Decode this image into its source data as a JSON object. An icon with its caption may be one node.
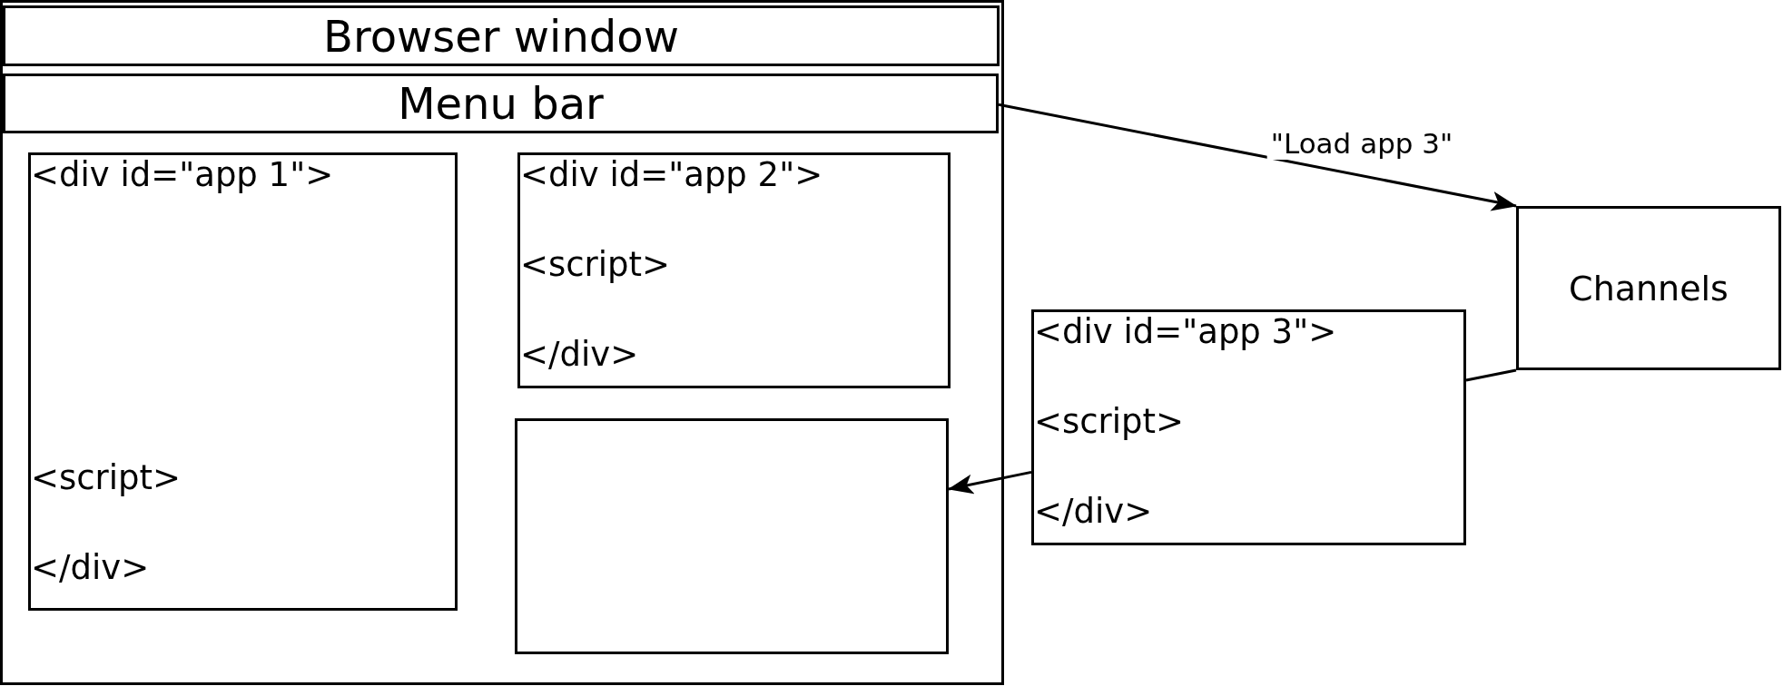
{
  "diagram": {
    "nodes": [
      {
        "text": [
          "Browser window"
        ]
      },
      {
        "text": [
          "Menu bar"
        ],
        "in": 0
      },
      {
        "text": [
          "<div id=\"app 1\">",
          "<script>",
          "</div>"
        ],
        "in": 0
      },
      {
        "text": [
          "<div id=\"app 2\">",
          "<script>",
          "</div>"
        ],
        "in": 0
      },
      {
        "text": [],
        "shape": "box",
        "in": 0
      },
      {
        "text": [
          "<div id=\"app 3\">",
          "<script>",
          "</div>"
        ]
      },
      {
        "text": [
          "Channels"
        ]
      }
    ],
    "edges": [
      {
        "from": 1,
        "to": 6,
        "arrow": "to",
        "label": "\"Load app 3\""
      },
      {
        "from": 6,
        "to": 5,
        "arrow": "none"
      },
      {
        "from": 5,
        "to": 4,
        "arrow": "to"
      }
    ]
  }
}
